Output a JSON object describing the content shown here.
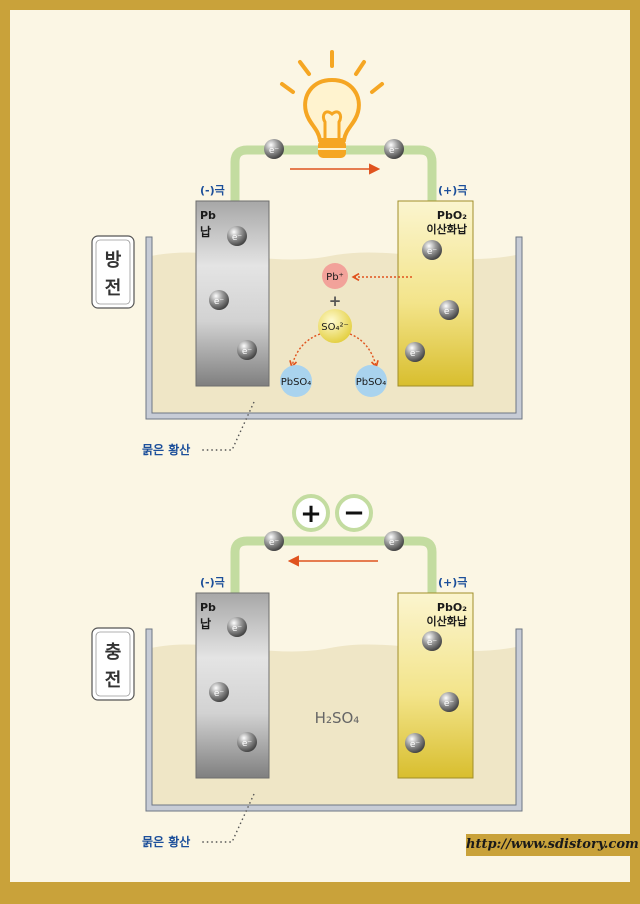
{
  "discharge": {
    "title": "방전",
    "neg_terminal": "(-)극",
    "pos_terminal": "(+)극",
    "neg_plate_formula": "Pb",
    "neg_plate_name": "납",
    "pos_plate_formula": "PbO₂",
    "pos_plate_name": "이산화납",
    "electron": "e⁻",
    "ion_pb": "Pb⁺",
    "plus": "+",
    "ion_so4": "SO₄²⁻",
    "product_left": "PbSO₄",
    "product_right": "PbSO₄",
    "electrolyte_label": "묽은 황산",
    "load_icon": "light-bulb-icon"
  },
  "charge": {
    "title": "충전",
    "neg_terminal": "(-)극",
    "pos_terminal": "(+)극",
    "neg_plate_formula": "Pb",
    "neg_plate_name": "납",
    "pos_plate_formula": "PbO₂",
    "pos_plate_name": "이산화납",
    "electron": "e⁻",
    "electrolyte_formula": "H₂SO₄",
    "electrolyte_label": "묽은 황산",
    "source_plus": "+",
    "source_minus": "−"
  },
  "footer": {
    "url": "http://www.sdistory.com"
  },
  "colors": {
    "frame": "#c9a23a",
    "page": "#fbf6e4",
    "electrolyte": "#efe6c6",
    "wire": "#c3dca0",
    "arrow": "#e0531e",
    "label_blue": "#1c4f9a",
    "pb_ion": "#f2a29a",
    "so4_ion": "#f0df5a",
    "pbso4": "#a9d3ee"
  }
}
